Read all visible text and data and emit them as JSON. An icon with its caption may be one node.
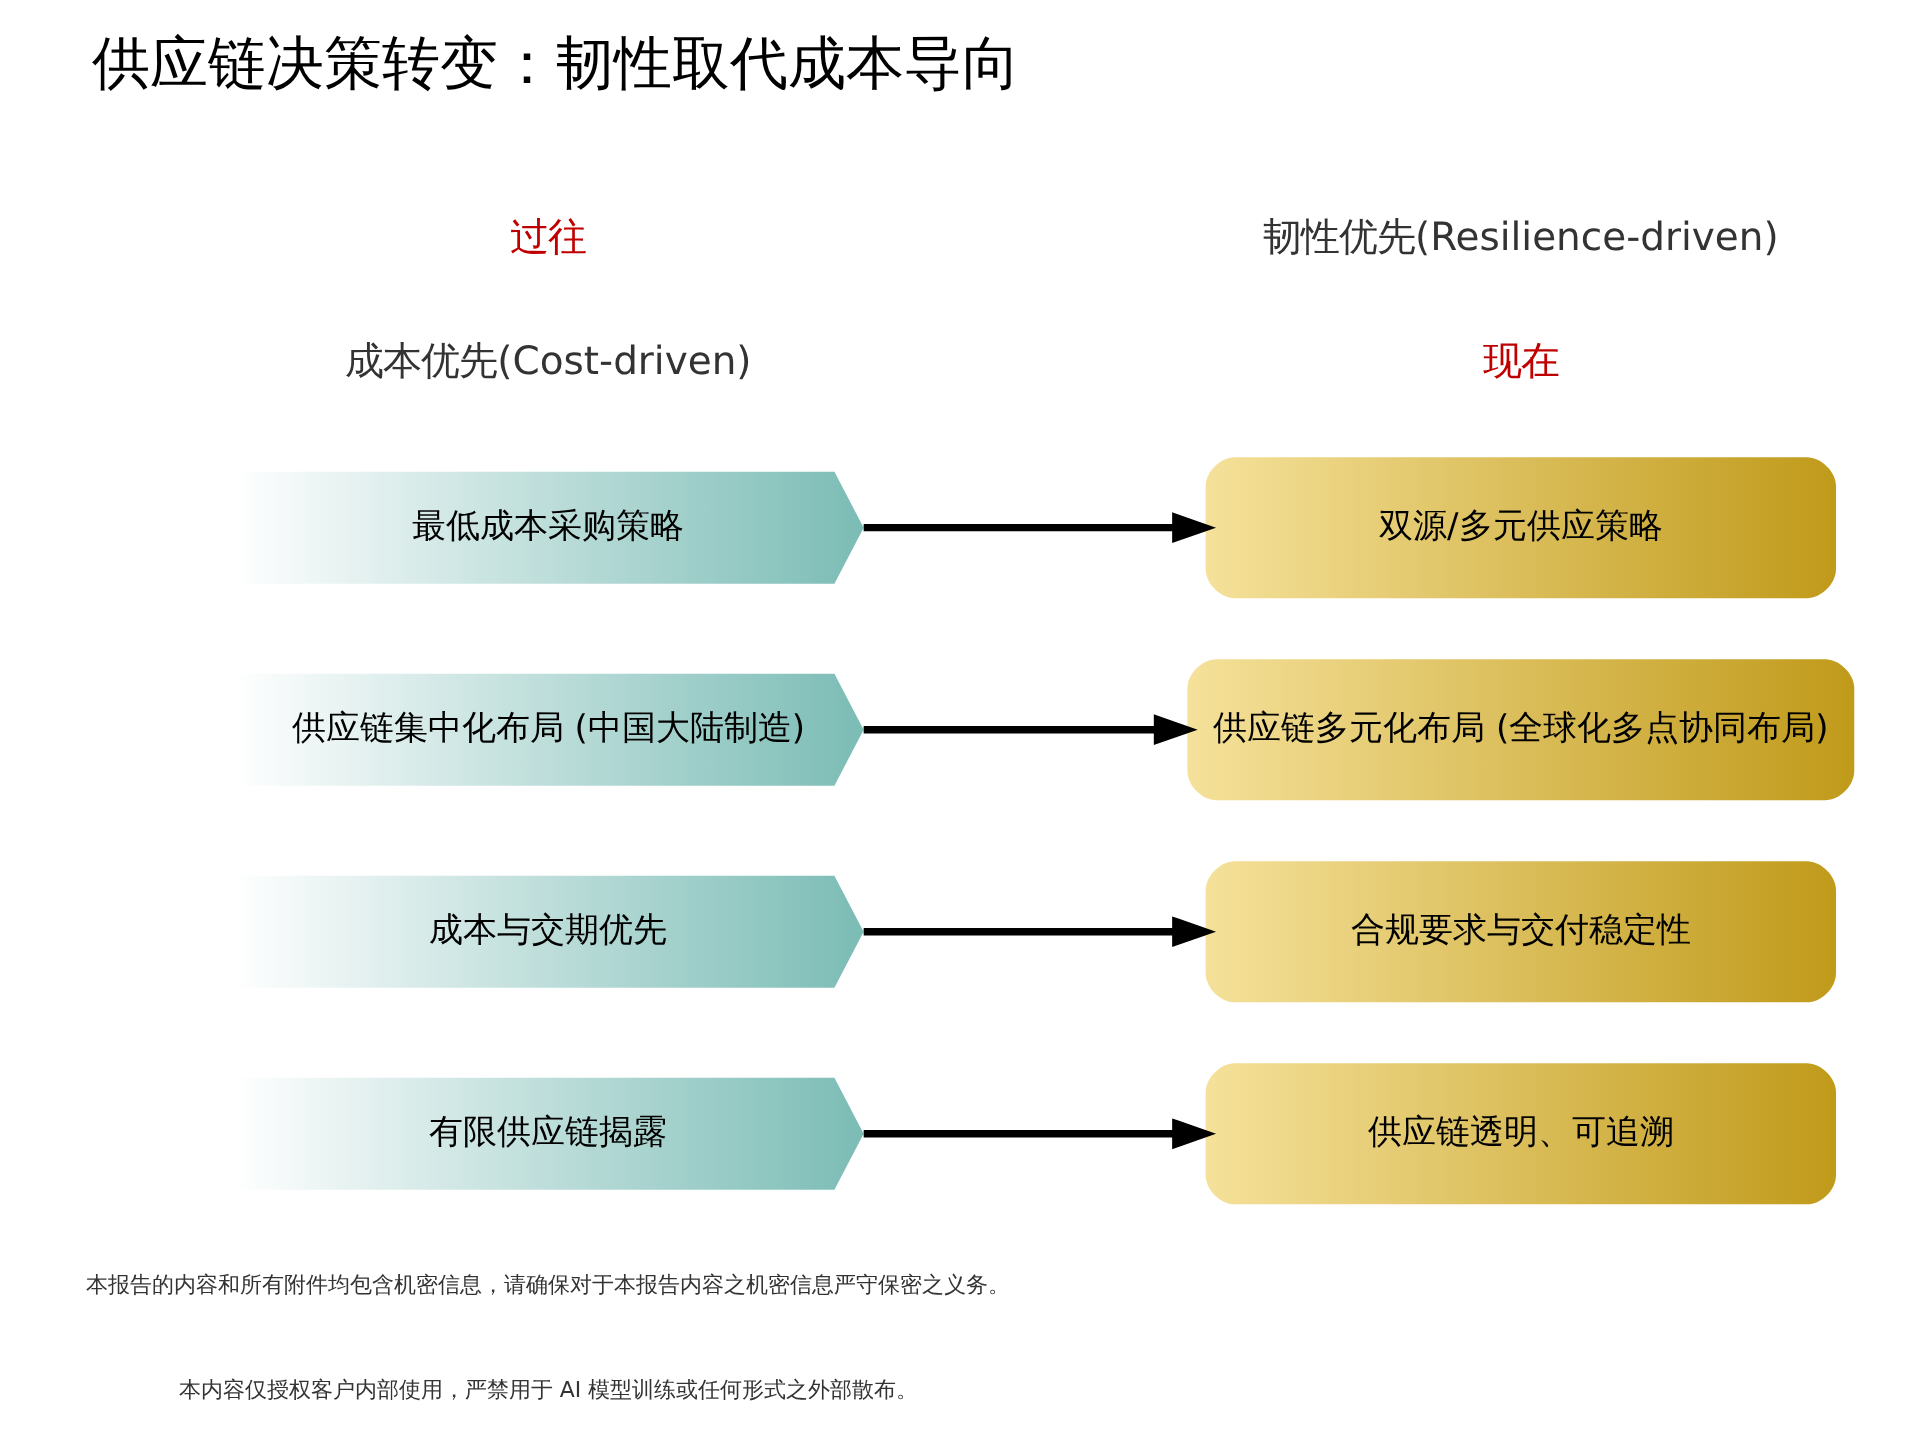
{
  "diagram": {
    "title": "供应链决策转变：韧性取代成本导向",
    "nodes": [
      {
        "text": [
          "最低成本采购策略"
        ]
      },
      {
        "text": [
          "供应链集中化布局 (中国大陆制造)"
        ]
      },
      {
        "text": [
          "成本与交期优先"
        ]
      },
      {
        "text": [
          "有限供应链揭露"
        ]
      },
      {
        "text": [
          "双源/多元供应策略"
        ]
      },
      {
        "text": [
          "供应链多元化布局 (全球化多点协同布局)"
        ]
      },
      {
        "text": [
          "合规要求与交付稳定性"
        ]
      },
      {
        "text": [
          "供应链透明、可追溯"
        ]
      }
    ],
    "edges": [
      {
        "from": 0,
        "to": 4,
        "arrow": "to"
      },
      {
        "from": 1,
        "to": 5,
        "arrow": "to"
      },
      {
        "from": 2,
        "to": 6,
        "arrow": "to"
      },
      {
        "from": 3,
        "to": 7,
        "arrow": "to"
      }
    ],
    "labels": [
      "过往",
      "成本优先(Cost-driven)",
      "韧性优先(Resilience-driven)",
      "现在",
      "本报告的内容和所有附件均包含机密信息，请确保对于本报告内容之机密信息严守保密之义务。",
      "本内容仅授权客户内部使用，严禁用于 AI 模型训练或任何形式之外部散布。"
    ]
  }
}
